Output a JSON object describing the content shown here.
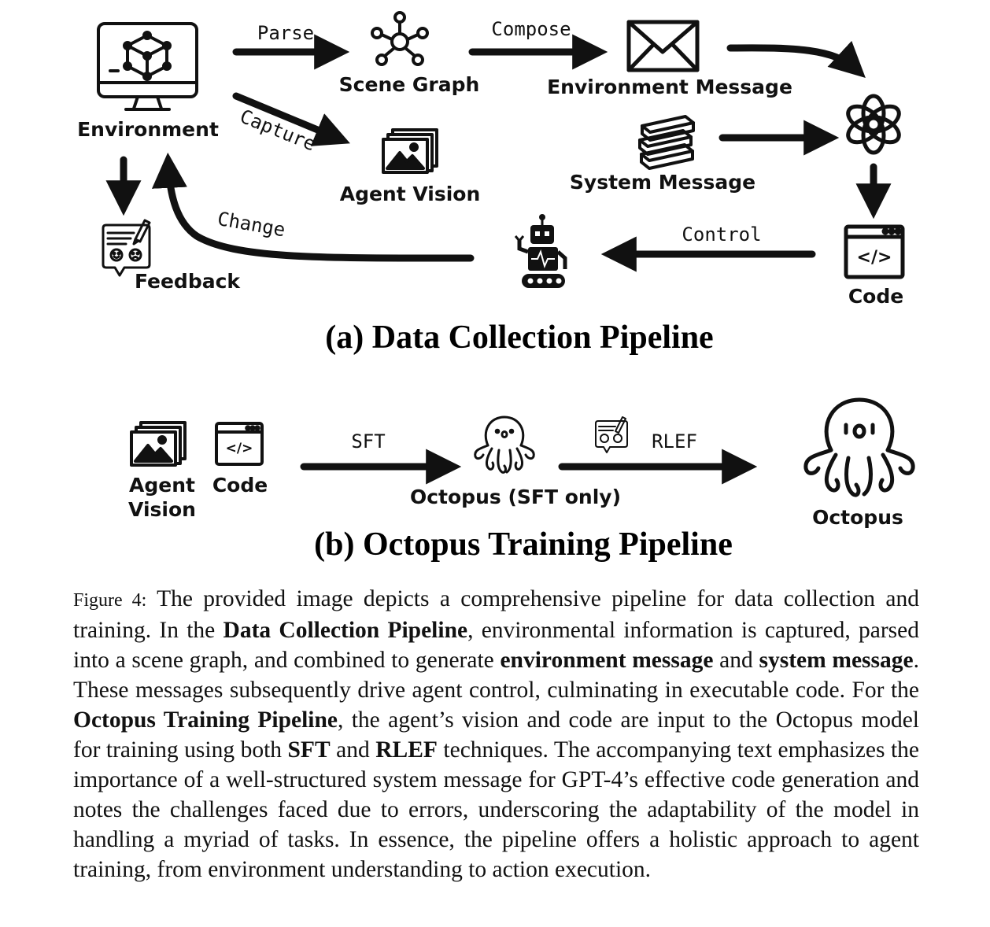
{
  "panel_a": {
    "title": "(a) Data Collection Pipeline",
    "nodes": {
      "environment": "Environment",
      "scene_graph": "Scene Graph",
      "environment_message": "Environment Message",
      "agent_vision": "Agent Vision",
      "system_message": "System Message",
      "feedback": "Feedback",
      "code": "Code"
    },
    "edges": {
      "parse": "Parse",
      "compose": "Compose",
      "capture": "Capture",
      "change": "Change",
      "control": "Control"
    },
    "icons": [
      "monitor-cube-icon",
      "graph-icon",
      "envelope-icon",
      "images-icon",
      "books-icon",
      "openai-logo-icon",
      "code-window-icon",
      "robot-icon",
      "feedback-form-icon"
    ]
  },
  "panel_b": {
    "title": "(b) Octopus Training Pipeline",
    "nodes": {
      "agent_vision_line1": "Agent",
      "agent_vision_line2": "Vision",
      "code": "Code",
      "octopus_sft": "Octopus (SFT only)",
      "octopus": "Octopus"
    },
    "edges": {
      "sft": "SFT",
      "rlef": "RLEF"
    },
    "icons": [
      "images-icon",
      "code-window-icon",
      "octopus-icon",
      "feedback-form-icon"
    ]
  },
  "caption": {
    "label": "Figure 4:",
    "segments": [
      {
        "t": " The provided image depicts a comprehensive pipeline for data collection and training.  In the ",
        "b": false
      },
      {
        "t": "Data Collection Pipeline",
        "b": true
      },
      {
        "t": ", environmental information is captured, parsed into a scene graph, and combined to generate ",
        "b": false
      },
      {
        "t": "environment message",
        "b": true
      },
      {
        "t": " and ",
        "b": false
      },
      {
        "t": "system message",
        "b": true
      },
      {
        "t": ".  These messages subsequently drive agent control, culminating in executable code.  For the ",
        "b": false
      },
      {
        "t": "Octopus Training Pipeline",
        "b": true
      },
      {
        "t": ", the agent’s vision and code are input to the Octopus model for training using both ",
        "b": false
      },
      {
        "t": "SFT",
        "b": true
      },
      {
        "t": " and ",
        "b": false
      },
      {
        "t": "RLEF",
        "b": true
      },
      {
        "t": " techniques. The accompanying text emphasizes the importance of a well-structured system message for GPT-4’s effective code generation and notes the challenges faced due to errors, underscoring the adaptability of the model in handling a myriad of tasks. In essence, the pipeline offers a holistic approach to agent training, from environment understanding to action execution.",
        "b": false
      }
    ]
  }
}
